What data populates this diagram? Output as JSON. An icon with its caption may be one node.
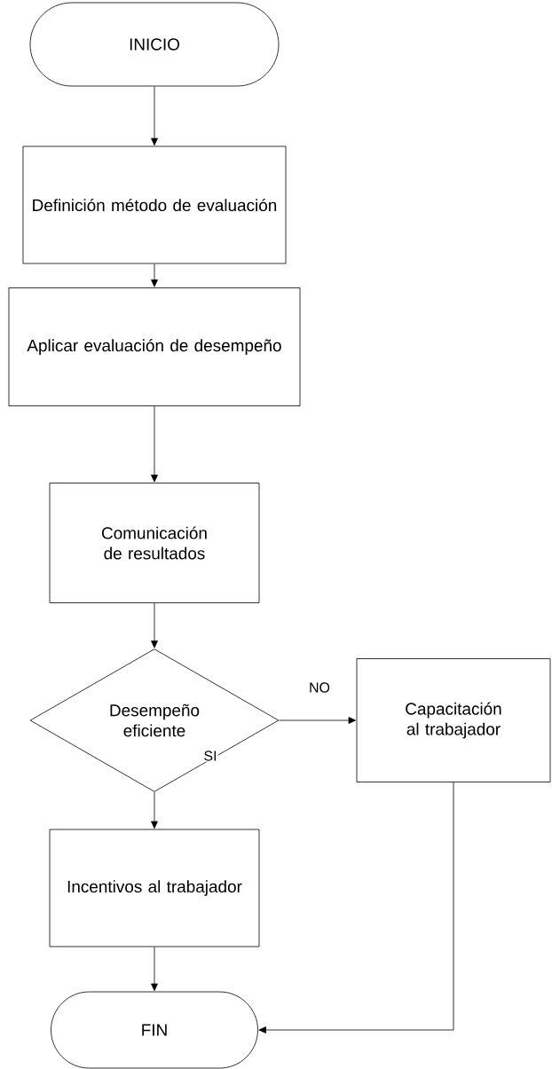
{
  "diagram": {
    "nodes": [
      {
        "text": [
          "INICIO"
        ]
      },
      {
        "text": [
          "Definición método de evaluación"
        ]
      },
      {
        "text": [
          "Aplicar evaluación de desempeño"
        ]
      },
      {
        "text": [
          "Comunicación de resultados"
        ]
      },
      {
        "text": [
          "Desempeño eficiente"
        ]
      },
      {
        "text": [
          "Capacitación al trabajador"
        ]
      },
      {
        "text": [
          "Incentivos al trabajador"
        ]
      },
      {
        "text": [
          "FIN"
        ]
      }
    ],
    "edges": [
      {
        "from": 0,
        "to": 1,
        "arrow": "to"
      },
      {
        "from": 1,
        "to": 2,
        "arrow": "to"
      },
      {
        "from": 2,
        "to": 3,
        "arrow": "to"
      },
      {
        "from": 3,
        "to": 4,
        "arrow": "to"
      },
      {
        "from": 4,
        "to": 5,
        "arrow": "to",
        "label": "NO"
      },
      {
        "from": 4,
        "to": 6,
        "arrow": "to",
        "label": "SI"
      },
      {
        "from": 6,
        "to": 7,
        "arrow": "to"
      },
      {
        "from": 5,
        "to": 7,
        "arrow": "to"
      }
    ]
  }
}
